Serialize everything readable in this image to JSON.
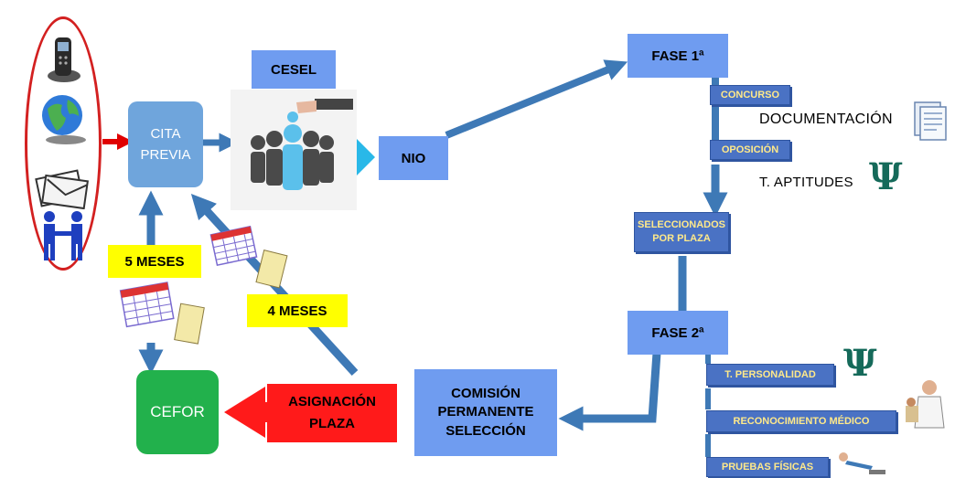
{
  "contacts": {
    "icons": [
      "phone-icon",
      "globe-icon",
      "mail-icon",
      "handshake-icon"
    ]
  },
  "nodes": {
    "cita_previa": "CITA\nPREVIA",
    "cesel": "CESEL",
    "nio": "NIO",
    "fase1": "FASE 1ª",
    "concurso": "CONCURSO",
    "documentacion": "DOCUMENTACIÓN",
    "oposicion": "OPOSICIÓN",
    "t_aptitudes": "T. APTITUDES",
    "seleccionados": "SELECCIONADOS\nPOR PLAZA",
    "fase2": "FASE 2ª",
    "t_personalidad": "T. PERSONALIDAD",
    "reconocimiento": "RECONOCIMIENTO MÉDICO",
    "pruebas": "PRUEBAS FÍSICAS",
    "comision": "COMISIÓN\nPERMANENTE\nSELECCIÓN",
    "asignacion": "ASIGNACIÓN\nPLAZA",
    "cefor": "CEFOR",
    "meses5": "5 MESES",
    "meses4": "4 MESES",
    "psi": "Ψ"
  },
  "colors": {
    "arrow": "#3e79b6",
    "red": "#e00000",
    "blue_box": "#6f9cf0",
    "nav_box": "#4a72c4",
    "yellow": "#ffff00"
  }
}
